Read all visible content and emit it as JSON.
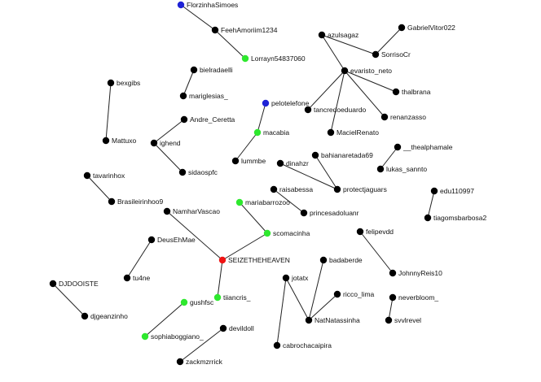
{
  "graph": {
    "colors": {
      "default": "#000000",
      "blue": "#1f23d6",
      "green": "#2ee82e",
      "red": "#f01313"
    },
    "nodes": [
      {
        "id": "FlorzinhaSimoes",
        "label": "FlorzinhaSimoes",
        "color": "blue"
      },
      {
        "id": "FeehAmoriim1234",
        "label": "FeehAmoriim1234",
        "color": "default"
      },
      {
        "id": "Lorrayn54837060",
        "label": "Lorrayn54837060",
        "color": "green"
      },
      {
        "id": "azulsagaz",
        "label": "azulsagaz",
        "color": "default"
      },
      {
        "id": "GabrielVitor022",
        "label": "GabrielVitor022",
        "color": "default"
      },
      {
        "id": "SorrisoCr",
        "label": "SorrisoCr",
        "color": "default"
      },
      {
        "id": "evaristo_neto",
        "label": "evaristo_neto",
        "color": "default"
      },
      {
        "id": "thalbrana",
        "label": "thalbrana",
        "color": "default"
      },
      {
        "id": "tancredoeduardo",
        "label": "tancredoeduardo",
        "color": "default"
      },
      {
        "id": "renanzasso",
        "label": "renanzasso",
        "color": "default"
      },
      {
        "id": "MacielRenato",
        "label": "MacielRenato",
        "color": "default"
      },
      {
        "id": "bielradaelli",
        "label": "bielradaelli",
        "color": "default"
      },
      {
        "id": "mariglesias_",
        "label": "mariglesias_",
        "color": "default"
      },
      {
        "id": "bexgibs",
        "label": "bexgibs",
        "color": "default"
      },
      {
        "id": "Mattuxo",
        "label": "Mattuxo",
        "color": "default"
      },
      {
        "id": "pelotelefone",
        "label": "pelotelefone",
        "color": "blue"
      },
      {
        "id": "macabia",
        "label": "macabia",
        "color": "green"
      },
      {
        "id": "lummbe",
        "label": "lummbe",
        "color": "default"
      },
      {
        "id": "Andre_Ceretta",
        "label": "Andre_Ceretta",
        "color": "default"
      },
      {
        "id": "ighend",
        "label": "ighend",
        "color": "default"
      },
      {
        "id": "sidaospfc",
        "label": "sidaospfc",
        "color": "default"
      },
      {
        "id": "bahianaretada69",
        "label": "bahianaretada69",
        "color": "default"
      },
      {
        "id": "dinahzr",
        "label": "dinahzr",
        "color": "default"
      },
      {
        "id": "protectjaguars",
        "label": "protectjaguars",
        "color": "default"
      },
      {
        "id": "__thealphamale",
        "label": "__thealphamale",
        "color": "default"
      },
      {
        "id": "lukas_sannto",
        "label": "lukas_sannto",
        "color": "default"
      },
      {
        "id": "raisabessa",
        "label": "raisabessa",
        "color": "default"
      },
      {
        "id": "princesadoluanr",
        "label": "princesadoluanr",
        "color": "default"
      },
      {
        "id": "tavarinhox",
        "label": "tavarinhox",
        "color": "default"
      },
      {
        "id": "Brasileirinhoo9",
        "label": "Brasileirinhoo9",
        "color": "default"
      },
      {
        "id": "edu110997",
        "label": "edu110997",
        "color": "default"
      },
      {
        "id": "tiagomsbarbosa2",
        "label": "tiagomsbarbosa2",
        "color": "default"
      },
      {
        "id": "mariabarrozoo",
        "label": "mariabarrozoo",
        "color": "green"
      },
      {
        "id": "scomacinha",
        "label": "scomacinha",
        "color": "green"
      },
      {
        "id": "NamharVascao",
        "label": "NamharVascao",
        "color": "default"
      },
      {
        "id": "SEIZETHEHEAVEN",
        "label": "SEIZETHEHEAVEN",
        "color": "red"
      },
      {
        "id": "tiiancris_",
        "label": "tiiancris_",
        "color": "green"
      },
      {
        "id": "DeusEhMae",
        "label": "DeusEhMae",
        "color": "default"
      },
      {
        "id": "tu4ne",
        "label": "tu4ne",
        "color": "default"
      },
      {
        "id": "felipevdd",
        "label": "felipevdd",
        "color": "default"
      },
      {
        "id": "JohnnyReis10",
        "label": "JohnnyReis10",
        "color": "default"
      },
      {
        "id": "badaberde",
        "label": "badaberde",
        "color": "default"
      },
      {
        "id": "jotatx",
        "label": "jotatx",
        "color": "default"
      },
      {
        "id": "ricco_lima",
        "label": "ricco_lima",
        "color": "default"
      },
      {
        "id": "NatNatassinha",
        "label": "NatNatassinha",
        "color": "default"
      },
      {
        "id": "cabrochacaipira",
        "label": "cabrochacaipira",
        "color": "default"
      },
      {
        "id": "neverbloom_",
        "label": "neverbloom_",
        "color": "default"
      },
      {
        "id": "svvlrevel",
        "label": "svvlrevel",
        "color": "default"
      },
      {
        "id": "DJDOOISTE",
        "label": "DJDOOISTE",
        "color": "default"
      },
      {
        "id": "djgeanzinho",
        "label": "djgeanzinho",
        "color": "default"
      },
      {
        "id": "gushfsc",
        "label": "gushfsc",
        "color": "green"
      },
      {
        "id": "sophiaboggiano_",
        "label": "sophiaboggiano_",
        "color": "green"
      },
      {
        "id": "devildoll",
        "label": "devildoll",
        "color": "default"
      },
      {
        "id": "zackmzrrick",
        "label": "zackmzrrick",
        "color": "default"
      }
    ],
    "edges": [
      [
        "FlorzinhaSimoes",
        "FeehAmoriim1234"
      ],
      [
        "FeehAmoriim1234",
        "Lorrayn54837060"
      ],
      [
        "azulsagaz",
        "SorrisoCr"
      ],
      [
        "GabrielVitor022",
        "SorrisoCr"
      ],
      [
        "azulsagaz",
        "evaristo_neto"
      ],
      [
        "evaristo_neto",
        "thalbrana"
      ],
      [
        "evaristo_neto",
        "tancredoeduardo"
      ],
      [
        "evaristo_neto",
        "renanzasso"
      ],
      [
        "evaristo_neto",
        "MacielRenato"
      ],
      [
        "bielradaelli",
        "mariglesias_"
      ],
      [
        "bexgibs",
        "Mattuxo"
      ],
      [
        "pelotelefone",
        "macabia"
      ],
      [
        "macabia",
        "lummbe"
      ],
      [
        "Andre_Ceretta",
        "ighend"
      ],
      [
        "ighend",
        "sidaospfc"
      ],
      [
        "bahianaretada69",
        "protectjaguars"
      ],
      [
        "dinahzr",
        "protectjaguars"
      ],
      [
        "__thealphamale",
        "lukas_sannto"
      ],
      [
        "raisabessa",
        "princesadoluanr"
      ],
      [
        "tavarinhox",
        "Brasileirinhoo9"
      ],
      [
        "edu110997",
        "tiagomsbarbosa2"
      ],
      [
        "mariabarrozoo",
        "scomacinha"
      ],
      [
        "scomacinha",
        "SEIZETHEHEAVEN"
      ],
      [
        "NamharVascao",
        "SEIZETHEHEAVEN"
      ],
      [
        "SEIZETHEHEAVEN",
        "tiiancris_"
      ],
      [
        "DeusEhMae",
        "tu4ne"
      ],
      [
        "felipevdd",
        "JohnnyReis10"
      ],
      [
        "badaberde",
        "NatNatassinha"
      ],
      [
        "jotatx",
        "NatNatassinha"
      ],
      [
        "ricco_lima",
        "NatNatassinha"
      ],
      [
        "jotatx",
        "cabrochacaipira"
      ],
      [
        "neverbloom_",
        "svvlrevel"
      ],
      [
        "DJDOOISTE",
        "djgeanzinho"
      ],
      [
        "gushfsc",
        "sophiaboggiano_"
      ],
      [
        "devildoll",
        "zackmzrrick"
      ]
    ]
  }
}
